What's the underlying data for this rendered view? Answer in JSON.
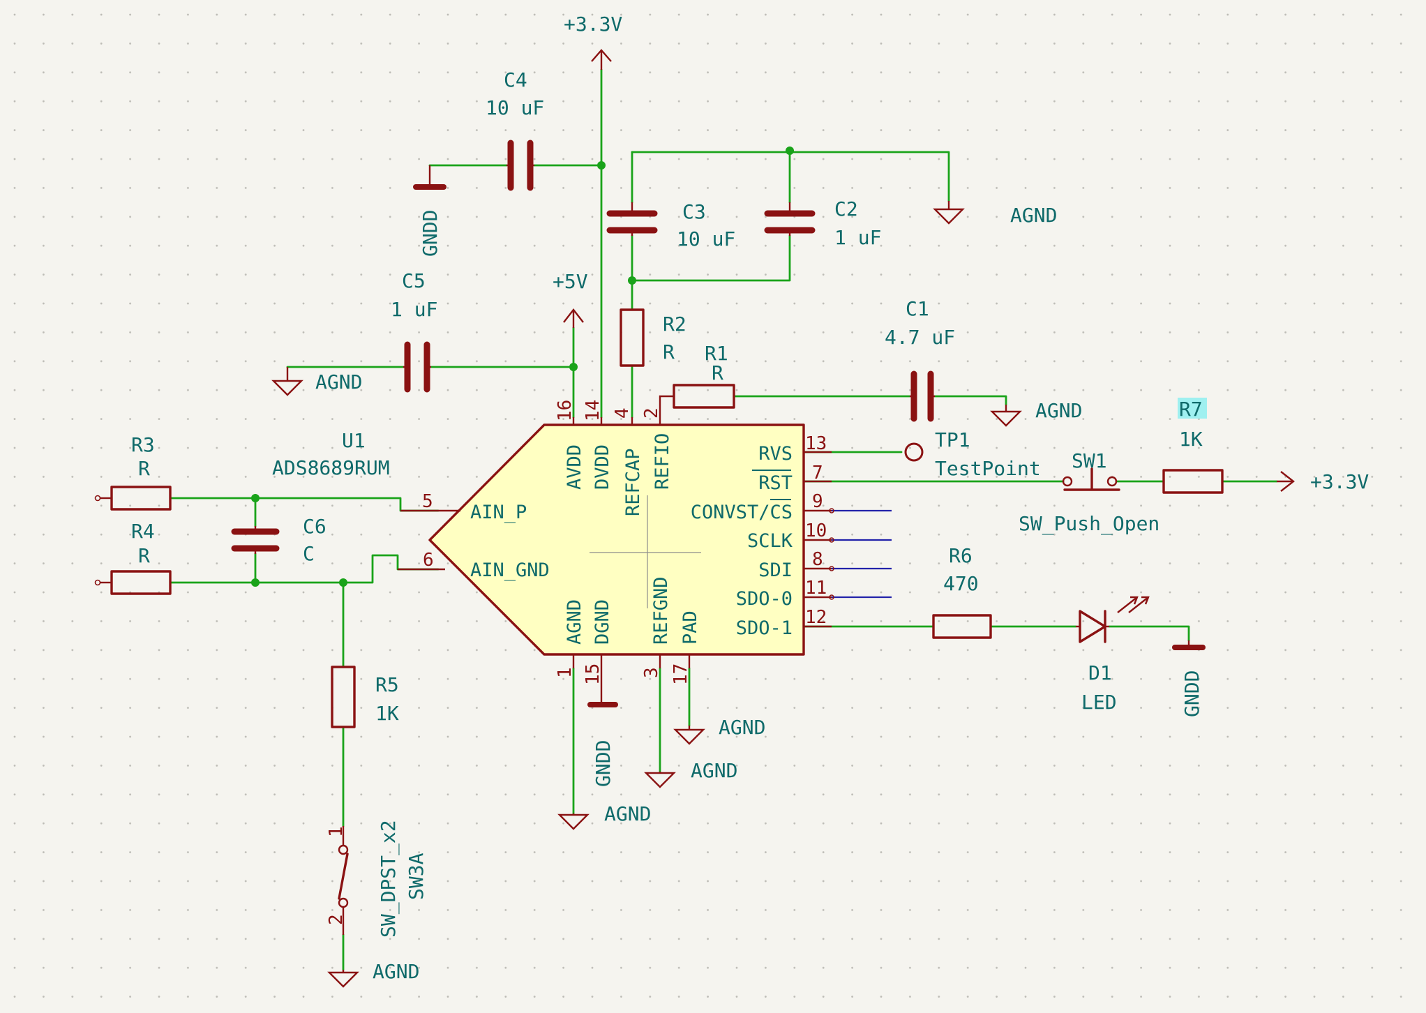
{
  "ic": {
    "ref": "U1",
    "value": "ADS8689RUM",
    "pins_left": [
      {
        "num": "5",
        "name": "AIN_P"
      },
      {
        "num": "6",
        "name": "AIN_GND"
      }
    ],
    "pins_top": [
      {
        "num": "16",
        "name": "AVDD"
      },
      {
        "num": "14",
        "name": "DVDD"
      },
      {
        "num": "4",
        "name": "REFCAP"
      },
      {
        "num": "2",
        "name": "REFIO"
      }
    ],
    "pins_bottom": [
      {
        "num": "1",
        "name": "AGND"
      },
      {
        "num": "15",
        "name": "DGND"
      },
      {
        "num": "3",
        "name": "REFGND"
      },
      {
        "num": "17",
        "name": "PAD"
      }
    ],
    "pins_right": [
      {
        "num": "13",
        "name": "RVS"
      },
      {
        "num": "7",
        "name": "RST"
      },
      {
        "num": "9",
        "name": "CONVST/CS"
      },
      {
        "num": "10",
        "name": "SCLK"
      },
      {
        "num": "8",
        "name": "SDI"
      },
      {
        "num": "11",
        "name": "SDO-0"
      },
      {
        "num": "12",
        "name": "SDO-1"
      }
    ]
  },
  "components": {
    "c4": {
      "ref": "C4",
      "value": "10 uF"
    },
    "c3": {
      "ref": "C3",
      "value": "10 uF"
    },
    "c2": {
      "ref": "C2",
      "value": "1 uF"
    },
    "c5": {
      "ref": "C5",
      "value": "1 uF"
    },
    "c1": {
      "ref": "C1",
      "value": "4.7 uF"
    },
    "c6": {
      "ref": "C6",
      "value": "C"
    },
    "r1": {
      "ref": "R1",
      "value": "R"
    },
    "r2": {
      "ref": "R2",
      "value": "R"
    },
    "r3": {
      "ref": "R3",
      "value": "R"
    },
    "r4": {
      "ref": "R4",
      "value": "R"
    },
    "r5": {
      "ref": "R5",
      "value": "1K"
    },
    "r6": {
      "ref": "R6",
      "value": "470"
    },
    "r7": {
      "ref": "R7",
      "value": "1K"
    },
    "tp1": {
      "ref": "TP1",
      "value": "TestPoint"
    },
    "sw1": {
      "ref": "SW1",
      "value": "SW_Push_Open"
    },
    "sw3a": {
      "ref": "SW3A",
      "value": "SW_DPST_x2",
      "pin1": "1",
      "pin2": "2"
    },
    "d1": {
      "ref": "D1",
      "value": "LED"
    }
  },
  "power": {
    "v33": "+3.3V",
    "v5": "+5V",
    "agnd": "AGND",
    "gndd": "GNDD"
  },
  "colors": {
    "background": "#f5f4ef",
    "grid": "#bdbcb6",
    "wire": "#1aa31a",
    "bus": "#2222aa",
    "component": "#8a1212",
    "ic_fill": "#ffffc2",
    "text": "#0f6a6a",
    "highlight": "#9ff0f0"
  }
}
